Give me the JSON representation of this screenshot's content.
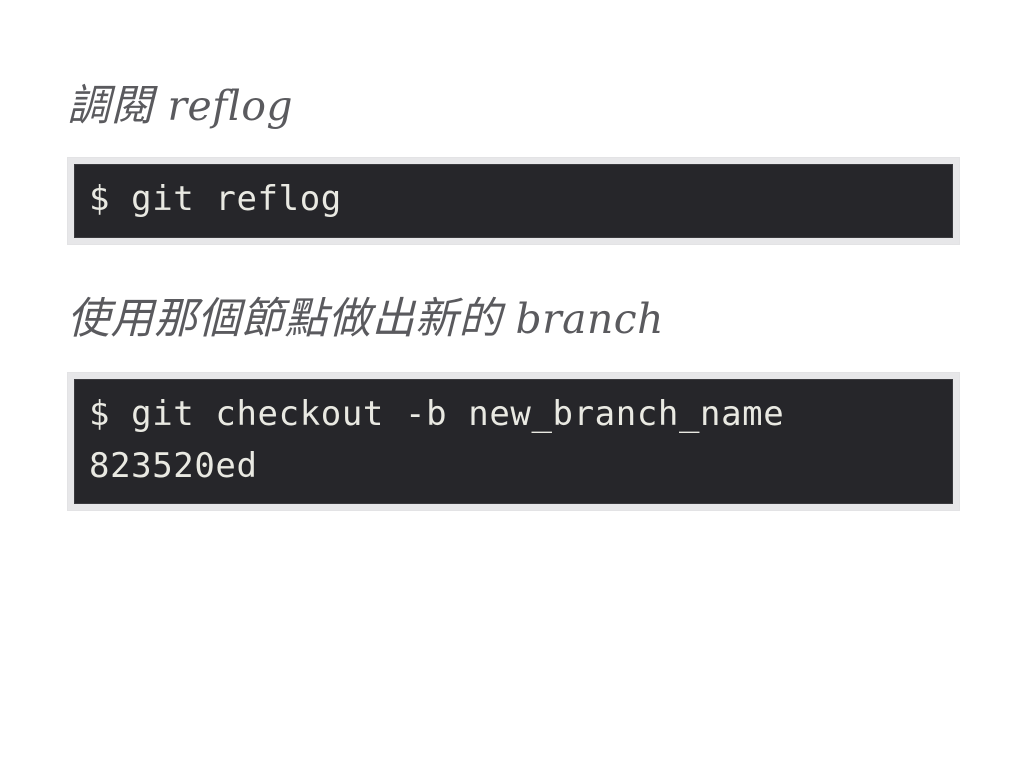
{
  "slide": {
    "background_color": "#ffffff",
    "heading_color": "#5a5a5e",
    "code_background_color": "#26262a",
    "code_frame_color": "#e7e7e9",
    "code_text_color": "#e9e9e2",
    "sections": [
      {
        "heading_cjk": "調閱",
        "heading_latin": "reflog",
        "heading_full": "調閱 reflog",
        "code_lines": [
          "$ git reflog"
        ]
      },
      {
        "heading_cjk": "使用那個節點做出新的",
        "heading_latin": "branch",
        "heading_full": "使用那個節點做出新的 branch",
        "code_lines": [
          "$ git checkout -b new_branch_name 823520ed"
        ],
        "code_wrapped_display": [
          "$ git checkout -b new_branch_name",
          "823520ed"
        ],
        "commit_hash": "823520ed",
        "branch_placeholder": "new_branch_name"
      }
    ]
  }
}
